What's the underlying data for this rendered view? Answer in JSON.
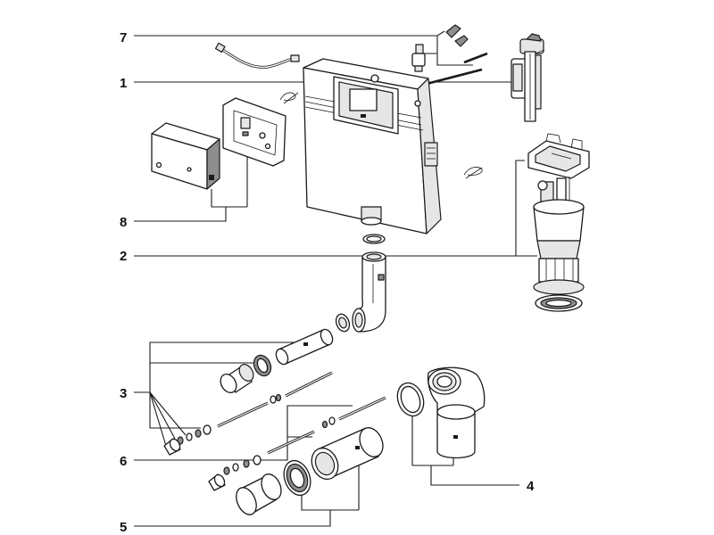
{
  "diagram": {
    "callouts": [
      {
        "id": "c7",
        "text": "7"
      },
      {
        "id": "c1",
        "text": "1"
      },
      {
        "id": "c8",
        "text": "8"
      },
      {
        "id": "c2",
        "text": "2"
      },
      {
        "id": "c3",
        "text": "3"
      },
      {
        "id": "c6",
        "text": "6"
      },
      {
        "id": "c4",
        "text": "4"
      },
      {
        "id": "c5",
        "text": "5"
      }
    ]
  }
}
